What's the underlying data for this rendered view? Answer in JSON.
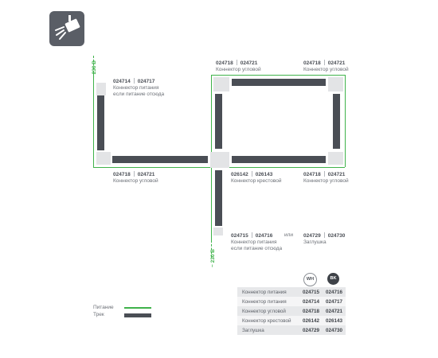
{
  "logo": {
    "icon": "track-spotlight-icon"
  },
  "labels": {
    "top_left": {
      "code1": "024714",
      "code2": "024717",
      "desc": "Коннектор питания\nесли питание отсюда"
    },
    "top_mid": {
      "code1": "024718",
      "code2": "024721",
      "desc": "Коннектор угловой"
    },
    "top_right": {
      "code1": "024718",
      "code2": "024721",
      "desc": "Коннектор угловой"
    },
    "mid_left": {
      "code1": "024718",
      "code2": "024721",
      "desc": "Коннектор угловой"
    },
    "mid_center": {
      "code1": "026142",
      "code2": "026143",
      "desc": "Коннектор крестовой"
    },
    "mid_right": {
      "code1": "024718",
      "code2": "024721",
      "desc": "Коннектор угловой"
    },
    "bottom_left": {
      "code1": "024715",
      "code2": "024716",
      "desc": "Коннектор питания\nесли питание отсюда"
    },
    "bottom_or": "или",
    "bottom_right": {
      "code1": "024729",
      "code2": "024730",
      "desc": "Заглушка"
    }
  },
  "voltage": {
    "top": "~ 230 В",
    "bottom": "~ 230 В"
  },
  "legend": {
    "power_label": "Питание",
    "track_label": "Трек",
    "power_color": "#3fb24a",
    "track_color": "#4a4e55"
  },
  "table": {
    "col_wh": "WH",
    "col_bk": "BK",
    "rows": [
      {
        "name": "Коннектор питания",
        "wh": "024715",
        "bk": "024716"
      },
      {
        "name": "Коннектор питания",
        "wh": "024714",
        "bk": "024717"
      },
      {
        "name": "Коннектор угловой",
        "wh": "024718",
        "bk": "024721"
      },
      {
        "name": "Коннектор крестовой",
        "wh": "026142",
        "bk": "026143"
      },
      {
        "name": "Заглушка",
        "wh": "024729",
        "bk": "024730"
      }
    ]
  }
}
